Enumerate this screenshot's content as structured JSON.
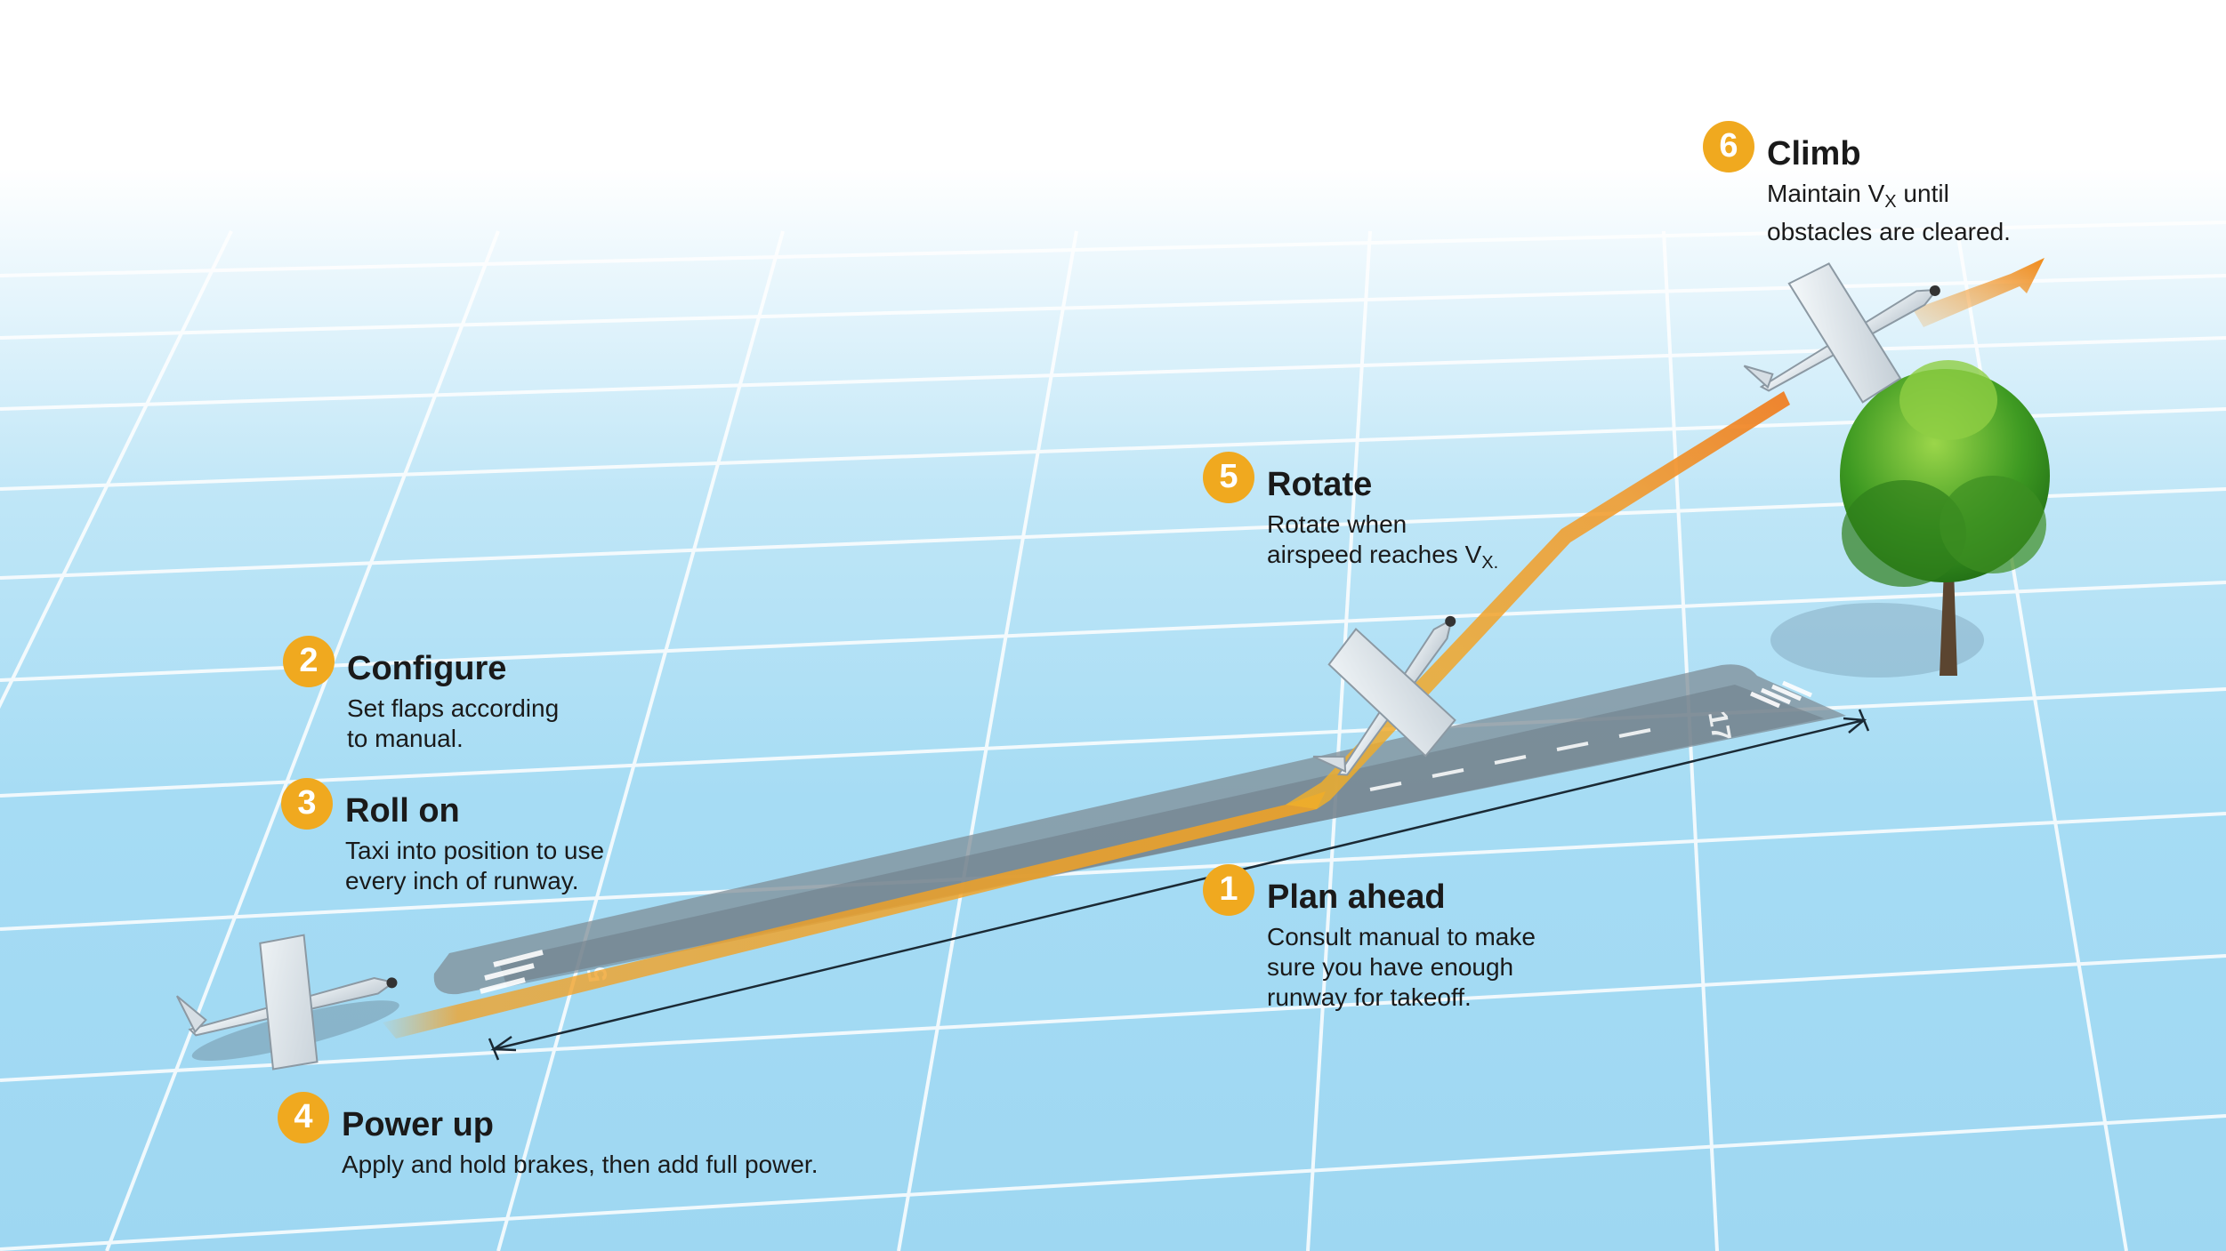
{
  "steps": [
    {
      "number": "1",
      "title": "Plan ahead",
      "lines": [
        "Consult manual to make",
        "sure you have enough",
        "runway for takeoff."
      ]
    },
    {
      "number": "2",
      "title": "Configure",
      "lines": [
        "Set flaps according",
        "to manual."
      ]
    },
    {
      "number": "3",
      "title": "Roll on",
      "lines": [
        "Taxi into position to use",
        "every inch of runway."
      ]
    },
    {
      "number": "4",
      "title": "Power up",
      "lines": [
        "Apply and hold brakes, then add full power."
      ]
    },
    {
      "number": "5",
      "title": "Rotate",
      "line1": "Rotate when",
      "line2_text": "airspeed reaches V",
      "line2_sub": "X.",
      "line2_tail": ""
    },
    {
      "number": "6",
      "title": "Climb",
      "line1_text": "Maintain V",
      "line1_sub": "X",
      "line1_tail": " until",
      "line2": "obstacles are cleared."
    }
  ],
  "runway": {
    "near_number": "5",
    "far_number": "17"
  },
  "icons": [
    "airplane-icon",
    "tree-icon",
    "climb-arrow-icon",
    "runway-length-arrow-icon"
  ],
  "colors": {
    "path": "#f2a024",
    "badge": "#f0a91f",
    "grid": "#ffffff",
    "runway": "#8a97a0"
  }
}
